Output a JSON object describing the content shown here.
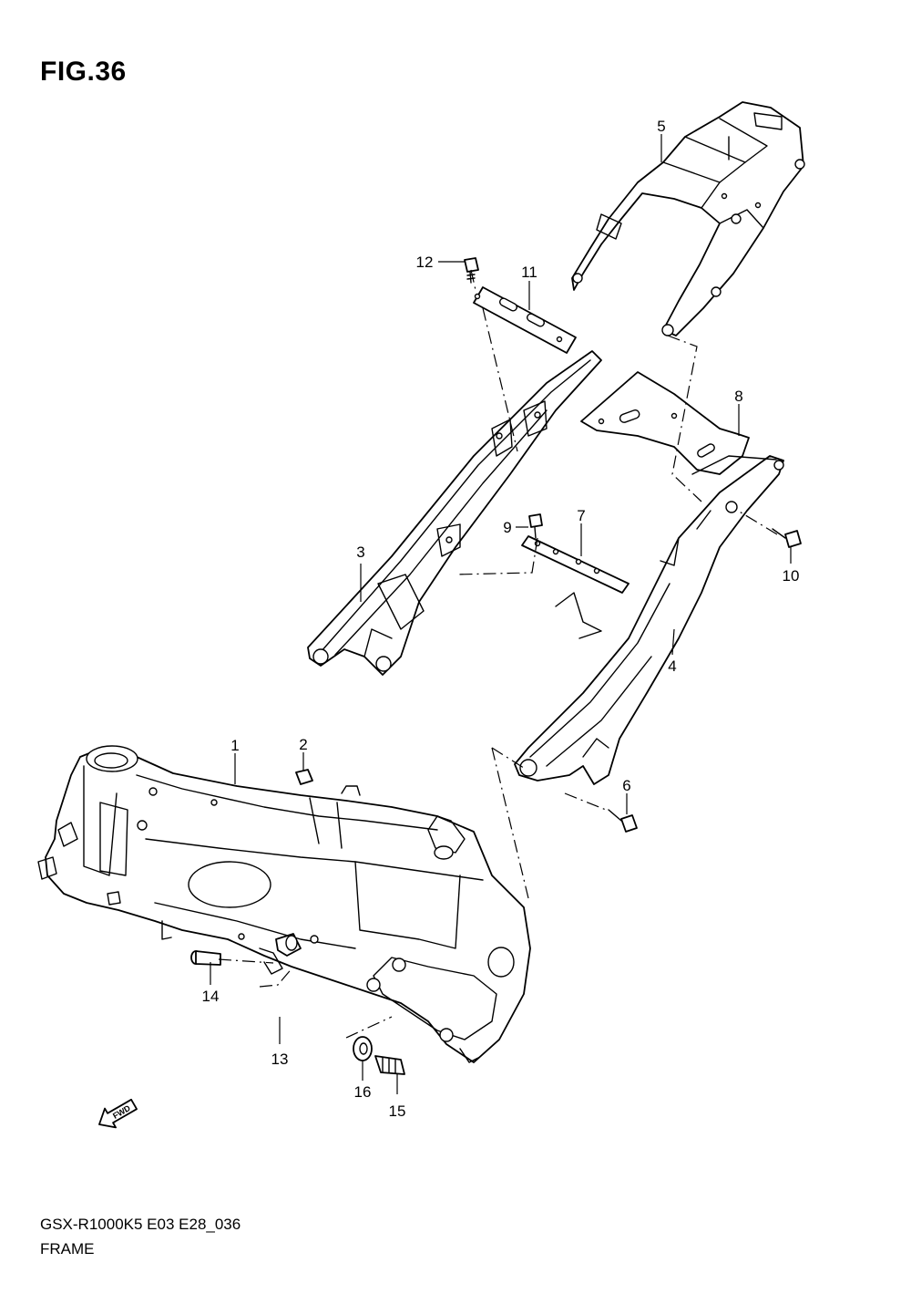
{
  "figure": {
    "title": "FIG.36"
  },
  "callouts": [
    {
      "id": "1",
      "label": "1"
    },
    {
      "id": "2",
      "label": "2"
    },
    {
      "id": "3",
      "label": "3"
    },
    {
      "id": "4",
      "label": "4"
    },
    {
      "id": "5",
      "label": "5"
    },
    {
      "id": "6",
      "label": "6"
    },
    {
      "id": "7",
      "label": "7"
    },
    {
      "id": "8",
      "label": "8"
    },
    {
      "id": "9",
      "label": "9"
    },
    {
      "id": "10",
      "label": "10"
    },
    {
      "id": "11",
      "label": "11"
    },
    {
      "id": "12",
      "label": "12"
    },
    {
      "id": "13",
      "label": "13"
    },
    {
      "id": "14",
      "label": "14"
    },
    {
      "id": "15",
      "label": "15"
    },
    {
      "id": "16",
      "label": "16"
    }
  ],
  "direction_marker": {
    "text": "FWD",
    "icon": "fwd-arrow-icon"
  },
  "footer": {
    "diagram_code": "GSX-R1000K5 E03 E28_036",
    "section_name": "FRAME"
  }
}
